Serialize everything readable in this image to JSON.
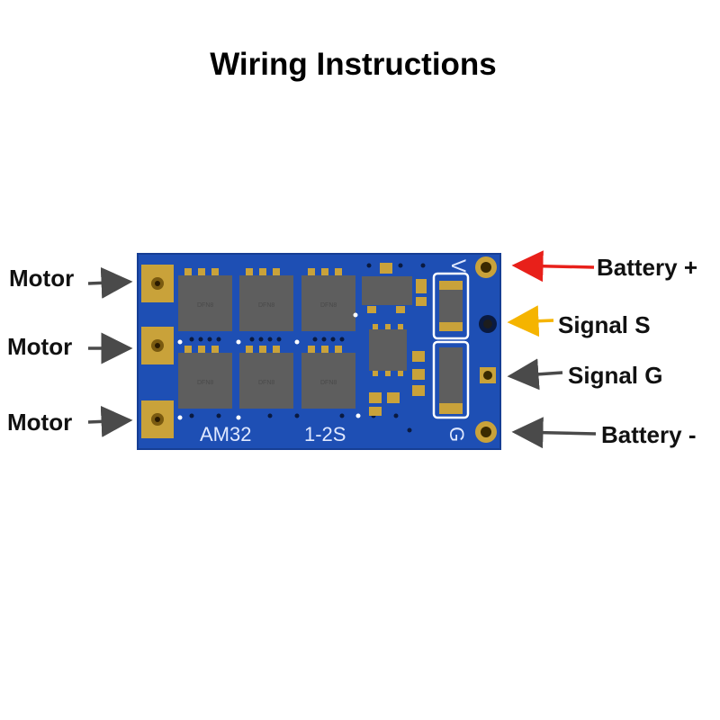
{
  "title": "Wiring Instructions",
  "labels": {
    "motor_1": "Motor",
    "motor_2": "Motor",
    "motor_3": "Motor",
    "battery_plus": "Battery +",
    "signal_s": "Signal S",
    "signal_g": "Signal G",
    "battery_minus": "Battery -"
  },
  "board": {
    "silkscreen_model": "AM32",
    "silkscreen_cells": "1-2S",
    "silkscreen_v": "V",
    "silkscreen_g": "G",
    "mosfet_label": "DFN8"
  },
  "colors": {
    "board": "#1e4fb4",
    "arrow_battery_plus": "#e8201a",
    "arrow_signal_s": "#f5b400",
    "arrow_default": "#4a4a4a",
    "pad_gold": "#c9a23a"
  }
}
